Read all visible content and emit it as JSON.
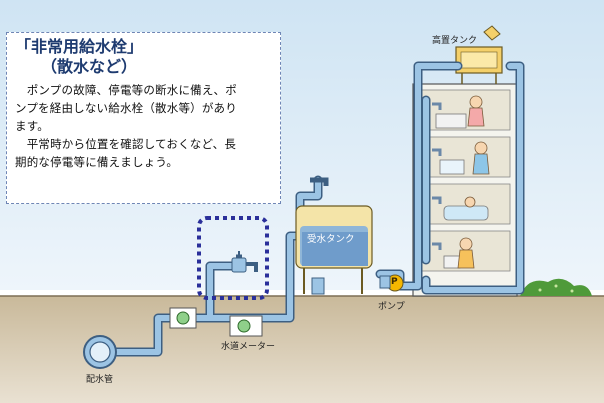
{
  "note": {
    "title_line1": "「非常用給水栓」",
    "title_line2": "（散水など）",
    "body_line1": "　ポンプの故障、停電等の断水に備え、ポ",
    "body_line2": "ンプを経由しない給水栓（散水等）があり",
    "body_line3": "ます。",
    "body_line4": "　平常時から位置を確認しておくなど、長",
    "body_line5": "期的な停電等に備えましょう。"
  },
  "labels": {
    "elevated_tank": "高置タンク",
    "receiving_tank": "受水タンク",
    "pump": "ポンプ",
    "pump_symbol": "P",
    "water_meter": "水道メーター",
    "distribution_pipe": "配水管"
  },
  "colors": {
    "sky": "#d8e9f5",
    "ground": "#c8b89a",
    "pipe": "#8fb6d8",
    "highlight_dash": "#2a2f9a",
    "pump": "#f5b700",
    "building": "#f4f4ee"
  }
}
